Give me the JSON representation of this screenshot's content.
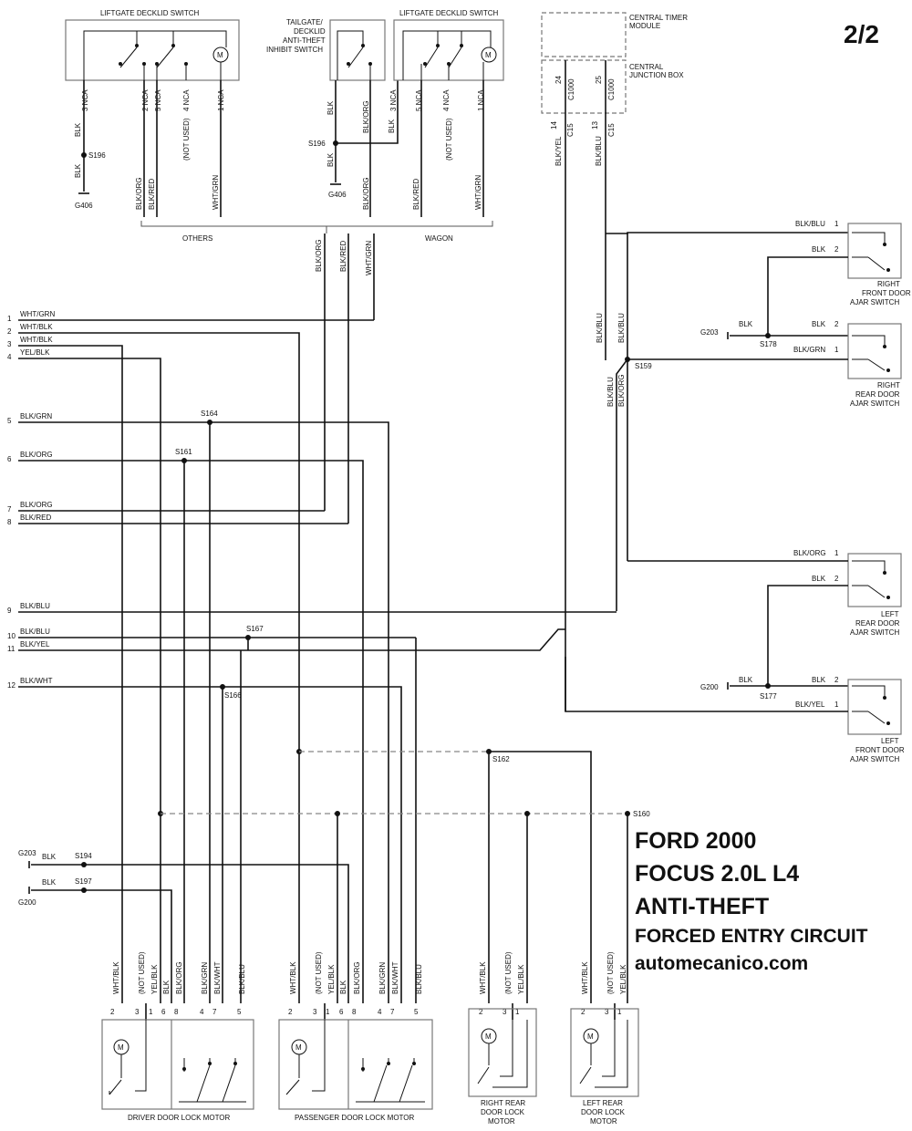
{
  "page_number": "2/2",
  "title": {
    "line1": "FORD 2000",
    "line2": "FOCUS 2.0L L4",
    "line3": "ANTI-THEFT",
    "line4": "FORCED ENTRY CIRCUIT",
    "website": "automecanico.com"
  },
  "components": {
    "liftgate_switch_others": "LIFTGATE DECKLID SWITCH",
    "inhibit_switch": [
      "TAILGATE/",
      "DECKLID",
      "ANTI-THEFT",
      "INHIBIT SWITCH"
    ],
    "liftgate_switch_wagon": "LIFTGATE DECKLID SWITCH",
    "central_timer": [
      "CENTRAL TIMER",
      "MODULE"
    ],
    "central_junction": [
      "CENTRAL",
      "JUNCTION BOX"
    ],
    "rf_door_ajar": [
      "RIGHT",
      "FRONT DOOR",
      "AJAR SWITCH"
    ],
    "rr_door_ajar": [
      "RIGHT",
      "REAR DOOR",
      "AJAR SWITCH"
    ],
    "lr_door_ajar": [
      "LEFT",
      "REAR DOOR",
      "AJAR SWITCH"
    ],
    "lf_door_ajar": [
      "LEFT",
      "FRONT DOOR",
      "AJAR SWITCH"
    ],
    "driver_motor": "DRIVER  DOOR LOCK MOTOR",
    "passenger_motor": "PASSENGER DOOR LOCK MOTOR",
    "rr_motor": [
      "RIGHT REAR",
      "DOOR LOCK",
      "MOTOR"
    ],
    "lr_motor": [
      "LEFT REAR",
      "DOOR LOCK",
      "MOTOR"
    ],
    "motor_symbol": "M"
  },
  "groups": {
    "others": "OTHERS",
    "wagon": "WAGON"
  },
  "connector_labels": {
    "c1000": "C1000",
    "c15": "C15",
    "pin24": "24",
    "pin25": "25",
    "pin14": "14",
    "pin13": "13"
  },
  "pins_top": {
    "p3nca": "3  NCA",
    "p2nca": "2  NCA",
    "p5nca": "5  NCA",
    "p4nca": "4  NCA",
    "p1nca": "1  NCA"
  },
  "top_wires": {
    "blk": "BLK",
    "blk_org": "BLK/ORG",
    "blk_red": "BLK/RED",
    "not_used": "(NOT USED)",
    "wht_grn": "WHT/GRN",
    "blk_yel": "BLK/YEL",
    "blk_blu": "BLK/BLU"
  },
  "splices": {
    "s196": "S196",
    "s164": "S164",
    "s161": "S161",
    "s167": "S167",
    "s166": "S166",
    "s162": "S162",
    "s160": "S160",
    "s159": "S159",
    "s178": "S178",
    "s177": "S177",
    "s194": "S194",
    "s197": "S197"
  },
  "grounds": {
    "g406": "G406",
    "g203": "G203",
    "g200": "G200"
  },
  "left_wires": [
    {
      "num": "1",
      "color": "WHT/GRN"
    },
    {
      "num": "2",
      "color": "WHT/BLK"
    },
    {
      "num": "3",
      "color": "WHT/BLK"
    },
    {
      "num": "4",
      "color": "YEL/BLK"
    },
    {
      "num": "5",
      "color": "BLK/GRN"
    },
    {
      "num": "6",
      "color": "BLK/ORG"
    },
    {
      "num": "7",
      "color": "BLK/ORG"
    },
    {
      "num": "8",
      "color": "BLK/RED"
    },
    {
      "num": "9",
      "color": "BLK/BLU"
    },
    {
      "num": "10",
      "color": "BLK/BLU"
    },
    {
      "num": "11",
      "color": "BLK/YEL"
    },
    {
      "num": "12",
      "color": "BLK/WHT"
    }
  ],
  "mid_vertical_wires": {
    "blk_org": "BLK/ORG",
    "blk_red": "BLK/RED",
    "wht_grn": "WHT/GRN"
  },
  "right_side": {
    "blk_blu": "BLK/BLU",
    "blk": "BLK",
    "blk_grn": "BLK/GRN",
    "blk_org": "BLK/ORG",
    "blk_yel": "BLK/YEL",
    "pin1": "1",
    "pin2": "2"
  },
  "motor_wires": {
    "wht_blk": "WHT/BLK",
    "not_used": "(NOT USED)",
    "yel_blk": "YEL/BLK",
    "blk": "BLK",
    "blk_org": "BLK/ORG",
    "blk_grn": "BLK/GRN",
    "blk_wht": "BLK/WHT",
    "blk_blu": "BLK/BLU",
    "p2": "2",
    "p3": "3",
    "p1": "1",
    "p6": "6",
    "p8": "8",
    "p4": "4",
    "p7": "7",
    "p5": "5"
  },
  "ground_wire": "BLK"
}
